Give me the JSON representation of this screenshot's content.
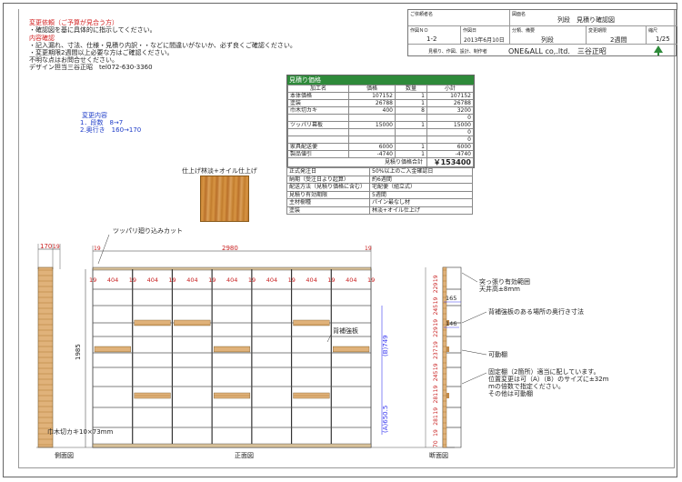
{
  "notes": {
    "heading": "変更依頼（ご予算が見合う方）",
    "heading_line": "・確認図を基に具体的に指示してください。",
    "subheading": "内容確認",
    "lines": [
      "・記入漏れ、寸法、仕様・見積り内訳・・などに間違いがないか、必ず良くご確認ください。",
      "・変更期限2週間以上必要な方はご確認ください。",
      "不明な点はお問合せください。",
      "デザイン担当三谷正昭　tel072-630-3360"
    ]
  },
  "changes": {
    "title": "変更内容",
    "items": [
      "1．段数　8→7",
      "2.奥行き　160→170"
    ]
  },
  "finish_label": "仕上げ林淡+オイル仕上げ",
  "header": {
    "customer_label": "ご依頼者名",
    "drawing_label": "図面名",
    "drawing_name": "列段　見積り確認図",
    "no_label": "作図ＮＯ",
    "no_value": "1-2",
    "date_label": "作図日",
    "date_value": "2013年6月10日",
    "category_label": "分類、備要",
    "category_value": "列段",
    "period_label": "変更期限",
    "period_value": "2週間",
    "scale_label": "縮尺",
    "scale_value": "1/25",
    "company_line": "見積り、作図、設計、制作者",
    "company_name": "ONE&ALL co,.ltd.　三谷正昭"
  },
  "estimate": {
    "title": "見積り価格",
    "columns": [
      "加工名",
      "価格",
      "数量",
      "小計"
    ],
    "rows": [
      [
        "本体価格",
        "107152",
        "1",
        "107152"
      ],
      [
        "塗装",
        "26788",
        "1",
        "26788"
      ],
      [
        "巾木切カキ",
        "400",
        "8",
        "3200"
      ],
      [
        "",
        "",
        "",
        "0"
      ],
      [
        "ツッパリ幕板",
        "15000",
        "1",
        "15000"
      ],
      [
        "",
        "",
        "",
        "0"
      ],
      [
        "",
        "",
        "",
        "0"
      ],
      [
        "家具配送便",
        "6000",
        "1",
        "6000"
      ],
      [
        "製品値引",
        "-4740",
        "1",
        "-4740"
      ]
    ],
    "total_label": "見積り価格合計",
    "total_value": "￥153400"
  },
  "info_rows": [
    [
      "正式発注日",
      "50%以上のご入金確認日"
    ],
    [
      "納期（受注日より起算）",
      "約6週間"
    ],
    [
      "配送方法（見積り価格に含む）",
      "宅配便（組立式）"
    ],
    [
      "見積り有効期限",
      "5週間"
    ],
    [
      "主材樹種",
      "パイン最なし材"
    ],
    [
      "塗装",
      "林淡+オイル仕上げ"
    ]
  ],
  "drawing": {
    "top_note": "ツッパリ廻り込みカット",
    "width_total": "2980",
    "side_width": "170",
    "edge_19": "19",
    "col_width": "404",
    "height_total": "1985",
    "height_a": "(A)650.5",
    "height_b": "(B)749",
    "back_board_label": "背補強板",
    "kick_label": "巾木切カキ10×73mm",
    "side_view_label": "側面図",
    "front_view_label": "正面図",
    "section_view_label": "断面図",
    "section_dims_top": [
      "19",
      "229",
      "19",
      "245",
      "19",
      "229",
      "19"
    ],
    "section_dims_bottom": [
      "237",
      "19",
      "245",
      "19",
      "281",
      "19",
      "281",
      "19",
      "70"
    ],
    "depth_165": "165",
    "depth_146": "146"
  },
  "callouts": {
    "ceiling": "突っ張り有効範囲\n天井高±8mm",
    "depth": "背補強板のある場所の奥行き寸法",
    "movable": "可動棚",
    "fixed": "固定棚（2箇所）適当に配しています。\n位置変更は可（A）（B）のサイズに±32m\nmの倍数で指定ください。\nその他は可動棚"
  }
}
